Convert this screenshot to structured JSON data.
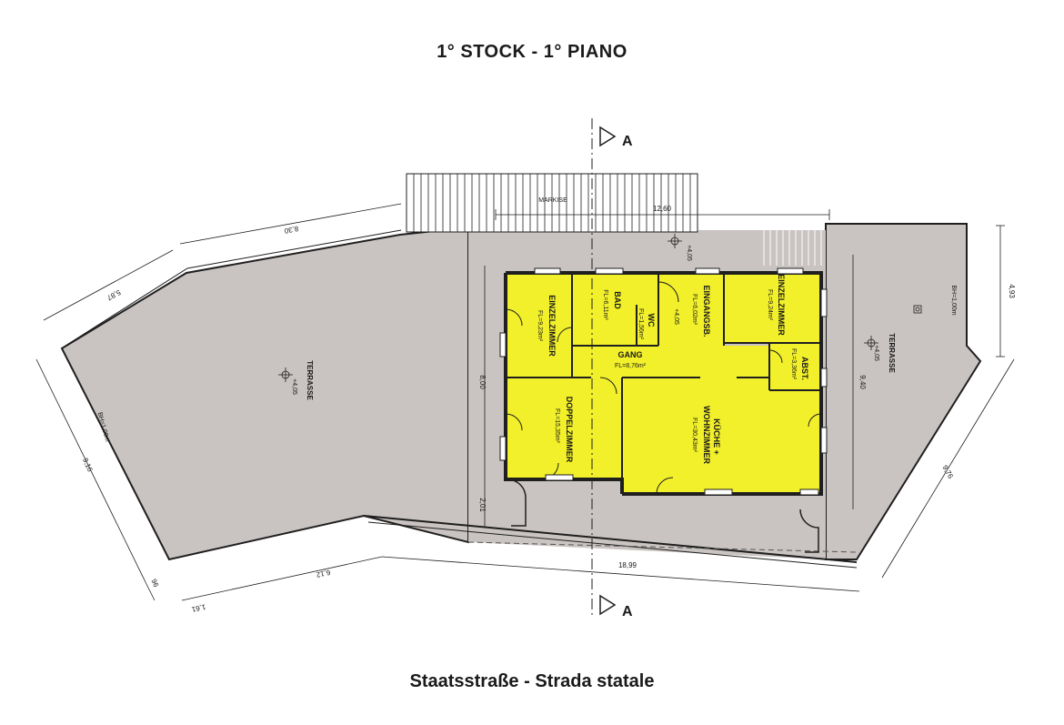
{
  "titles": {
    "top": "1° STOCK - 1° PIANO",
    "bottom": "Staatsstraße - Strada statale"
  },
  "colors": {
    "terrace": "#c9c3c1",
    "room": "#f2f02a",
    "wall": "#1f1f1f"
  },
  "section_marker": "A",
  "markise_label": "MARKISE",
  "terraces": {
    "left": {
      "name": "TERRASSE",
      "level": "+4,05",
      "bh": "BH=1,00m"
    },
    "right": {
      "name": "TERRASSE",
      "level": "+4,05",
      "bh": "BH=1,00m"
    }
  },
  "rooms": [
    {
      "id": "einzelzimmer-left",
      "name": "EINZELZIMMER",
      "area": "FL=9,23m²"
    },
    {
      "id": "bad",
      "name": "BAD",
      "area": "FL=6,11m²"
    },
    {
      "id": "wc",
      "name": "WC",
      "area": "FL=1,56m²"
    },
    {
      "id": "eingangsb",
      "name": "EINGANGSB.",
      "area": "FL=6,02m²"
    },
    {
      "id": "einzelzimmer-right",
      "name": "EINZELZIMMER",
      "area": "FL=9,24m²"
    },
    {
      "id": "gang",
      "name": "GANG",
      "area": "FL=8,76m²"
    },
    {
      "id": "abst",
      "name": "ABST.",
      "area": "FL=3,36m²"
    },
    {
      "id": "doppelzimmer",
      "name": "DOPPELZIMMER",
      "area": "FL=15,35m²"
    },
    {
      "id": "kueche-line1",
      "name": "KÜCHE +",
      "area": ""
    },
    {
      "id": "kueche-line2",
      "name": "WOHNZIMMER",
      "area": "FL=30,43m²"
    }
  ],
  "levels": {
    "entrance": "+4,05",
    "eingang": "+4,05"
  },
  "dimensions": {
    "top_width": "12,60",
    "left_top": "8,30",
    "left_slant": "5,87",
    "left_long": "9,16",
    "left_short": "96",
    "bottom_left": "6,12",
    "bottom_small": "1,61",
    "bottom_long": "18,99",
    "right_height": "4,93",
    "right_slant": "9,76",
    "inner_height": "8,00",
    "inner_small": "2,01",
    "right_inner": "9,40"
  }
}
